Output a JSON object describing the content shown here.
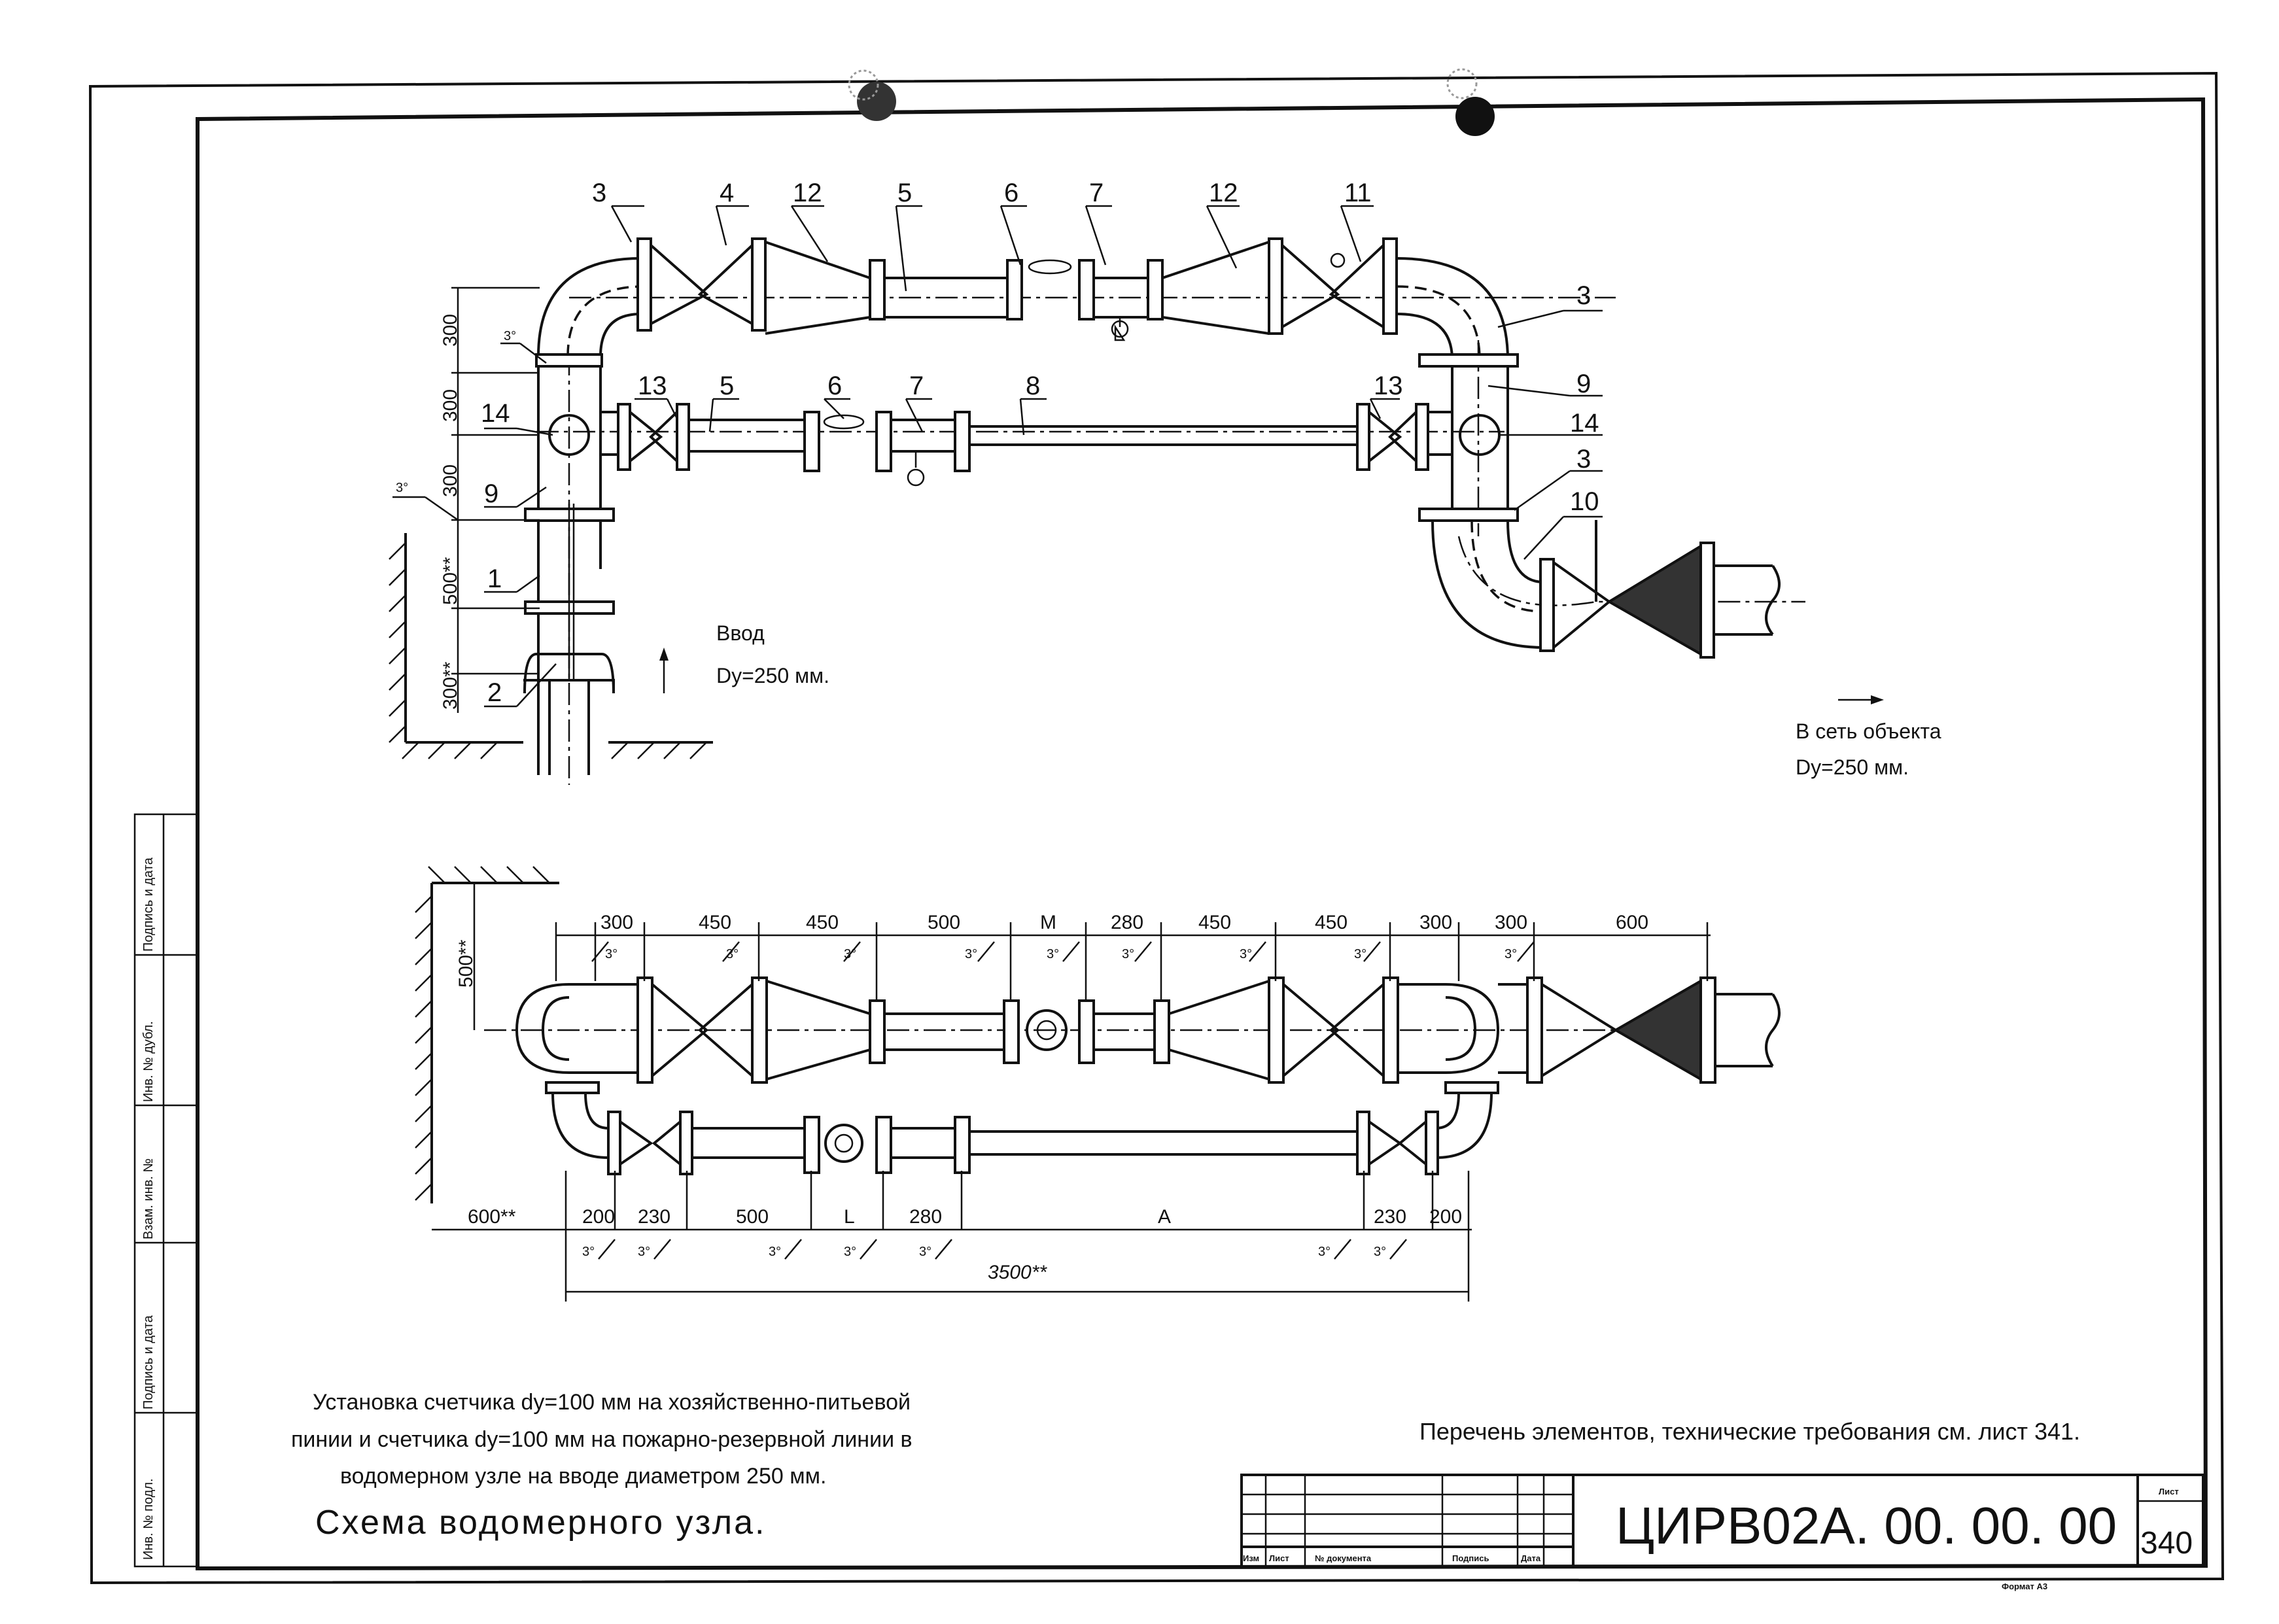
{
  "top_view": {
    "positions": [
      "3",
      "4",
      "12",
      "5",
      "6",
      "7",
      "12",
      "11",
      "3",
      "9",
      "14",
      "3",
      "10",
      "13",
      "5",
      "6",
      "7",
      "8",
      "13",
      "14",
      "9",
      "1",
      "2"
    ],
    "dims": [
      "300",
      "300",
      "300",
      "500**",
      "300**"
    ],
    "angle_marks": [
      "3°",
      "3°"
    ],
    "inlet_label": "Ввод",
    "inlet_dn": "Dy=250 мм.",
    "outlet_label": "В сеть объекта",
    "outlet_dn": "Dy=250 мм."
  },
  "plan_view": {
    "top_dims": [
      "300",
      "450",
      "450",
      "500",
      "M",
      "280",
      "450",
      "450",
      "300",
      "300",
      "600"
    ],
    "side_dim": "500**",
    "bottom_dims": [
      "600**",
      "200",
      "230",
      "500",
      "L",
      "280",
      "A",
      "230",
      "200"
    ],
    "total_dim": "3500**",
    "angle_mark": "3°"
  },
  "sidebar": {
    "labels": [
      "Подпись и дата",
      "Инв. № дубл.",
      "Взам. инв. №",
      "Подпись и дата",
      "Инв. № подл."
    ]
  },
  "description": {
    "line1": "Установка счетчика dy=100 мм на хозяйственно-питьевой",
    "line2": "пинии и счетчика dy=100 мм на пожарно-резервной линии в",
    "line3": "водомерном узле на вводе диаметром 250 мм.",
    "title": "Схема водомерного узла."
  },
  "note": "Перечень элементов, технические требования см. лист 341.",
  "title_block": {
    "headers": [
      "Изм",
      "Лист",
      "№ документа",
      "Подпись",
      "Дата"
    ],
    "code": "ЦИРВ02А. 00. 00. 00",
    "sheet_label": "Лист",
    "sheet_number": "340",
    "format": "Формат А3"
  }
}
